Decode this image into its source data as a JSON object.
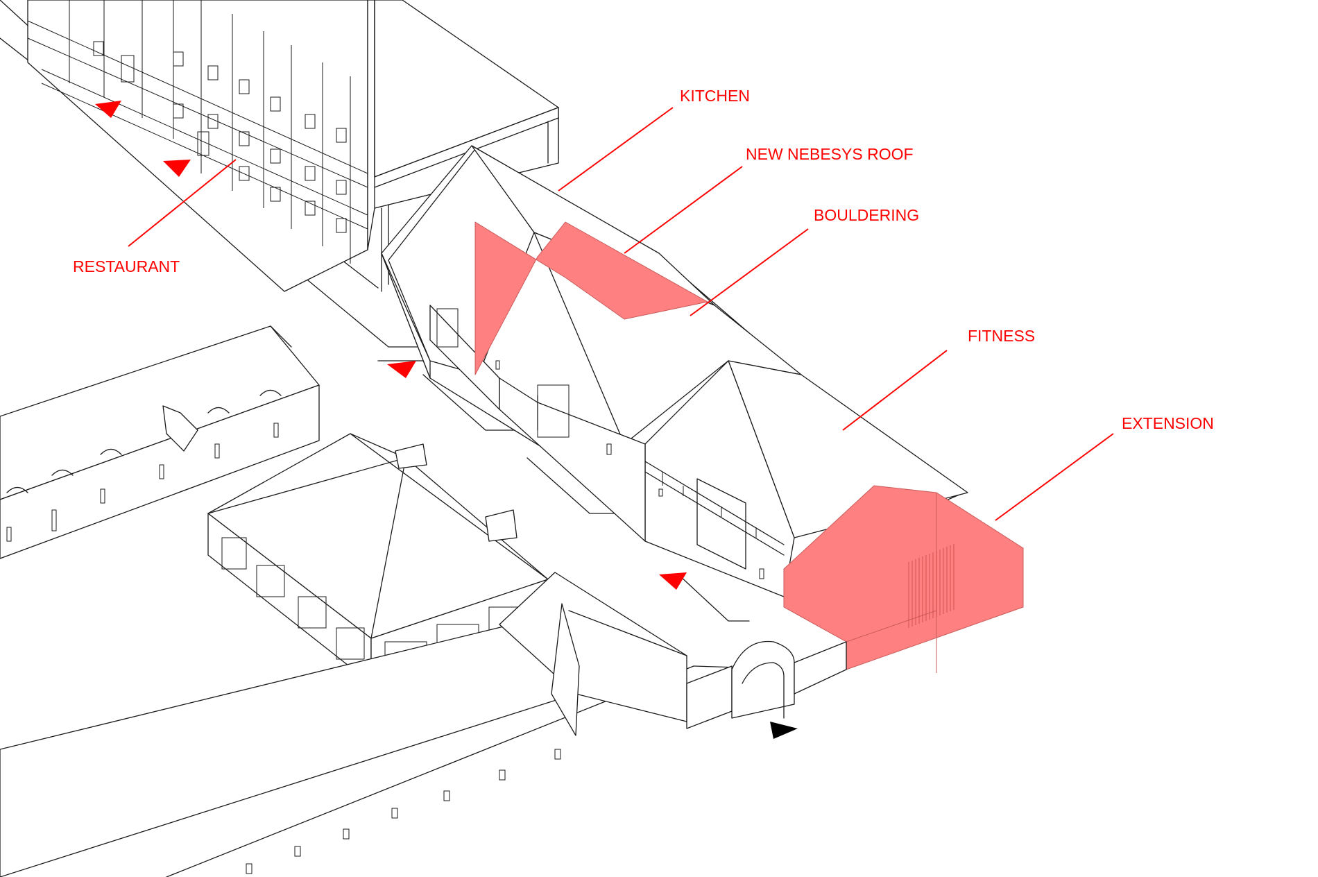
{
  "colors": {
    "accent": "#ff0000",
    "highlight_fill": "#ff8080",
    "line": "#1a1a1a",
    "background": "#ffffff",
    "main_entrance_marker": "#000000"
  },
  "labels": {
    "kitchen": "KITCHEN",
    "new_nebesys_roof": "NEW NEBESYS ROOF",
    "bouldering": "BOULDERING",
    "fitness": "FITNESS",
    "extension": "EXTENSION",
    "restaurant": "RESTAURANT"
  },
  "markers": {
    "entrance_marker_icon": "triangle-marker-icon",
    "entrance_marker_color": "red",
    "main_entrance_marker_color": "black"
  }
}
